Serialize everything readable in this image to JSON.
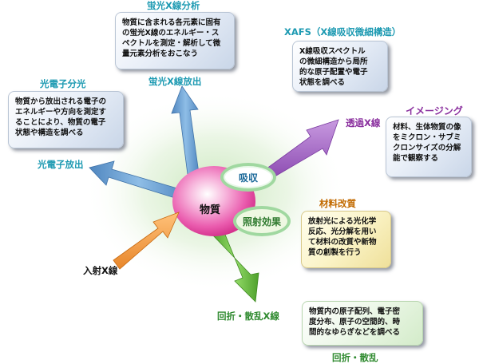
{
  "center": {
    "label": "物質"
  },
  "rings": {
    "absorption": "吸収",
    "irradiation": "照射効果"
  },
  "incident": {
    "label": "入射X線"
  },
  "xrf": {
    "title": "蛍光X線分析",
    "text": "物質に含まれる各元素に固有\nの蛍光X線のエネルギー・ス\nペクトルを測定・解析して微\n量元素分析をおこなう",
    "arrow_label": "蛍光X線放出"
  },
  "xafs": {
    "title": "XAFS（X線吸収微細構造）",
    "text": "X線吸収スペクトル\nの微細構造から局所\n的な原子配置や電子\n状態を調べる"
  },
  "pes": {
    "title": "光電子分光",
    "text": "物質から放出される電子の\nエネルギーや方向を測定す\nることにより、物質の電子\n状態や構造を調べる",
    "arrow_label": "光電子放出"
  },
  "imaging": {
    "title": "イメージング",
    "text": "材料、生体物質の像\nをミクロン・サブミ\nクロンサイズの分解\n能で観察する",
    "arrow_label": "透過X線"
  },
  "modification": {
    "title": "材料改質",
    "text": "放射光による光化学\n反応、光分解を用い\nて材料の改質や新物\n質の創製を行う"
  },
  "diffraction": {
    "title": "回折・散乱",
    "text": "物質内の原子配列、電子密\n度分布、原子の空間的、時\n間的なゆらぎなどを調べる",
    "arrow_label": "回折・散乱X線"
  },
  "colors": {
    "accent_teal": "#1d9ab2",
    "accent_purple": "#8a2f9e",
    "accent_orange": "#c26a00",
    "accent_green": "#2f8a2f",
    "arrow_blue": "#5b93c8",
    "arrow_purple": "#a060c0",
    "arrow_orange": "#f2a040",
    "arrow_green": "#6cc040",
    "center_pink": "#e63c9e"
  }
}
